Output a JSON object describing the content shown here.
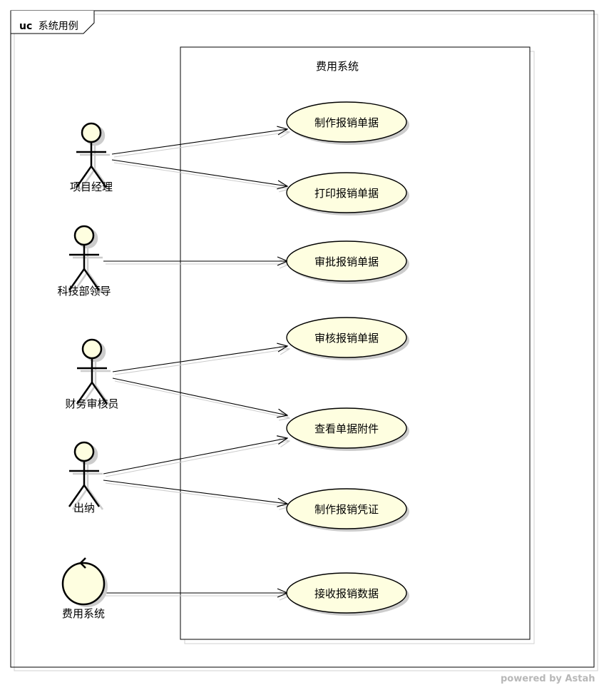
{
  "frame": {
    "kind": "uc",
    "name": "系统用例"
  },
  "system": {
    "title": "费用系统"
  },
  "actors": [
    {
      "id": "pm",
      "label": "项目经理",
      "kind": "human"
    },
    {
      "id": "lead",
      "label": "科技部领导",
      "kind": "human"
    },
    {
      "id": "auditor",
      "label": "财务审核员",
      "kind": "human"
    },
    {
      "id": "cashier",
      "label": "出纳",
      "kind": "human"
    },
    {
      "id": "feesys",
      "label": "费用系统",
      "kind": "system"
    }
  ],
  "usecases": [
    {
      "id": "uc1",
      "label": "制作报销单据"
    },
    {
      "id": "uc2",
      "label": "打印报销单据"
    },
    {
      "id": "uc3",
      "label": "审批报销单据"
    },
    {
      "id": "uc4",
      "label": "审核报销单据"
    },
    {
      "id": "uc5",
      "label": "查看单据附件"
    },
    {
      "id": "uc6",
      "label": "制作报销凭证"
    },
    {
      "id": "uc7",
      "label": "接收报销数据"
    }
  ],
  "associations": [
    {
      "from": "pm",
      "to": "uc1"
    },
    {
      "from": "pm",
      "to": "uc2"
    },
    {
      "from": "lead",
      "to": "uc3"
    },
    {
      "from": "auditor",
      "to": "uc4"
    },
    {
      "from": "auditor",
      "to": "uc5"
    },
    {
      "from": "cashier",
      "to": "uc5"
    },
    {
      "from": "cashier",
      "to": "uc6"
    },
    {
      "from": "feesys",
      "to": "uc7"
    }
  ],
  "footer": {
    "text": "powered by Astah"
  },
  "colors": {
    "fill": "#fefee0",
    "line": "#000000",
    "shadow": "#cccccc",
    "footer": "#b8b8b8"
  }
}
